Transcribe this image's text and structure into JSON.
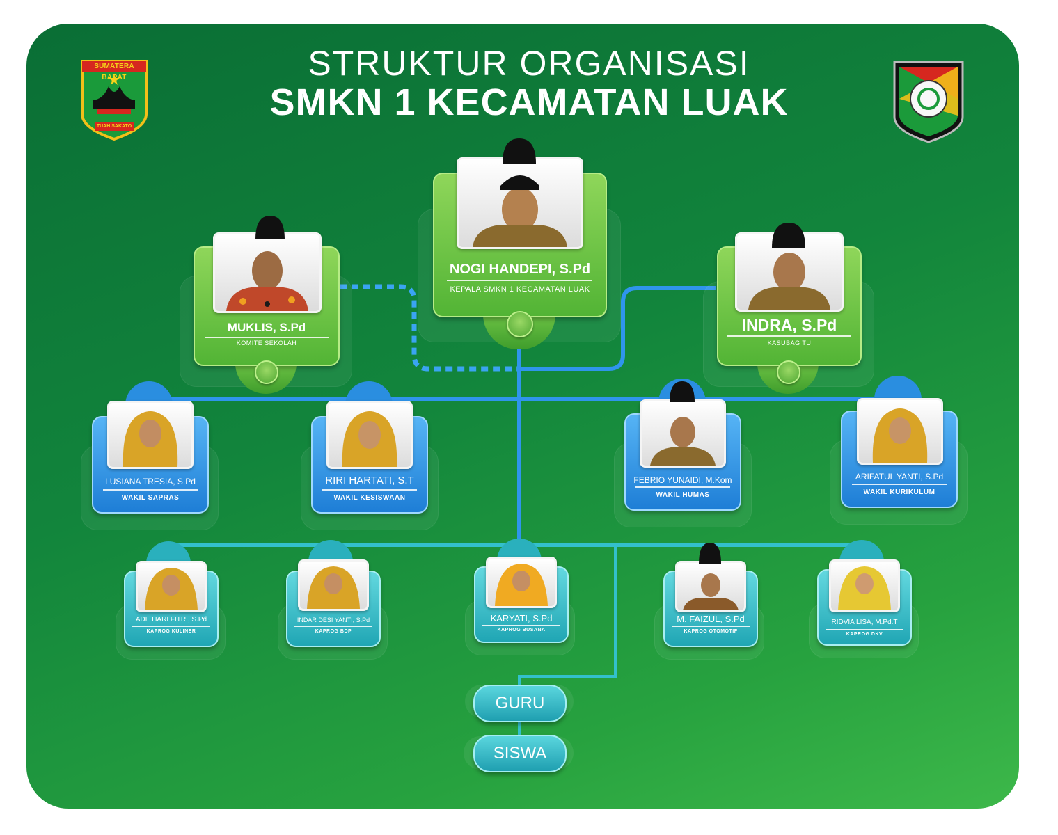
{
  "header": {
    "line1": "STRUKTUR ORGANISASI",
    "line2": "SMKN 1 KECAMATAN LUAK"
  },
  "logos": {
    "left": {
      "icon": "sumatera-barat-emblem",
      "top_text": "SUMATERA BARAT",
      "bottom_text": "TUAH SAKATO"
    },
    "right": {
      "icon": "smkn1-kecamatan-luak-emblem"
    }
  },
  "leaders": {
    "head": {
      "name": "NOGI HANDEPI, S.Pd",
      "role": "KEPALA SMKN 1 KECAMATAN LUAK"
    },
    "committee": {
      "name": "MUKLIS, S.Pd",
      "role": "KOMITE SEKOLAH"
    },
    "admin": {
      "name": "INDRA, S.Pd",
      "role": "KASUBAG TU"
    }
  },
  "vice_principals": [
    {
      "name": "LUSIANA TRESIA, S.Pd",
      "role": "WAKIL SAPRAS"
    },
    {
      "name": "RIRI HARTATI, S.T",
      "role": "WAKIL KESISWAAN"
    },
    {
      "name": "FEBRIO YUNAIDI, M.Kom",
      "role": "WAKIL HUMAS"
    },
    {
      "name": "ARIFATUL YANTI, S.Pd",
      "role": "WAKIL KURIKULUM"
    }
  ],
  "program_heads": [
    {
      "name": "ADE HARI FITRI, S.Pd",
      "role": "KAPROG KULINER"
    },
    {
      "name": "INDAR DESI YANTI, S.Pd",
      "role": "KAPROG BDP"
    },
    {
      "name": "KARYATI, S.Pd",
      "role": "KAPROG BUSANA"
    },
    {
      "name": "M. FAIZUL, S.Pd",
      "role": "KAPROG OTOMOTIF"
    },
    {
      "name": "RIDVIA LISA, M.Pd.T",
      "role": "KAPROG DKV"
    }
  ],
  "bottom": {
    "guru": "GURU",
    "siswa": "SISWA"
  },
  "colors": {
    "board": "#1a8a3c",
    "green_card": "#5cba3a",
    "blue_card": "#2a8ee0",
    "teal_card": "#2ab0bd",
    "line_blue": "#2a8ee8",
    "line_teal": "#33c0cc"
  }
}
